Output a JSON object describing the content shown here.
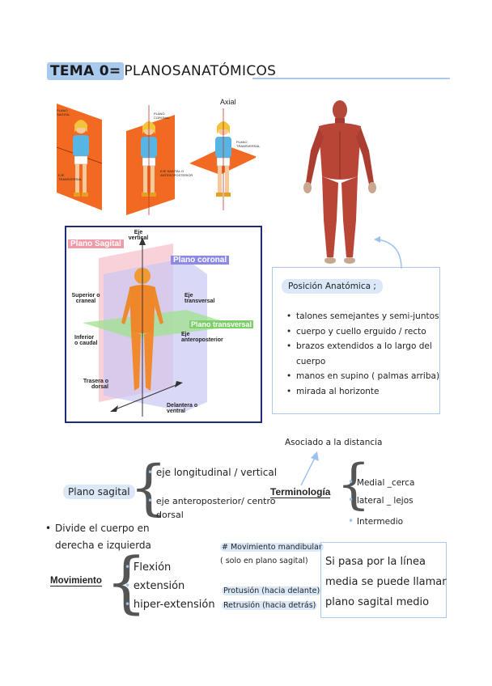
{
  "header": {
    "tema": "TEMA 0=",
    "planos": "PLANOSANATÓMICOS"
  },
  "planes_image": {
    "axial_label": "Axial",
    "sagital_label": "PLANO SAGITAL",
    "eje_transversal": "EJE TRANSVERSAL",
    "coronal_label": "PLANO CORONAL",
    "eje_sagital_ap": "EJE SAGITAL O ANTEROPOSTERIOR",
    "transversal_label": "PLANO TRANSVERSAL"
  },
  "diagram": {
    "plano_sagital": "Plano Sagital",
    "eje_vertical": "Eje vertical",
    "plano_coronal": "Plano coronal",
    "superior": "Superior o craneal",
    "eje_transversal": "Eje transversal",
    "plano_transversal": "Plano transversal",
    "inferior": "Inferior o caudal",
    "eje_ap": "Eje anteroposterior",
    "trasera": "Trasera o dorsal",
    "delantera": "Delantera o ventral"
  },
  "posicion": {
    "title": "Posición Anatómica ;",
    "items": [
      "talones semejantes y semi-juntos",
      "cuerpo y cuello erguido / recto",
      "brazos extendidos a lo largo del",
      "cuerpo",
      "manos en supino ( palmas arriba)",
      "mirada al horizonte"
    ]
  },
  "terminologia": {
    "asociado": "Asociado a la distancia",
    "label": "Terminología",
    "items": [
      "Medial _cerca",
      "lateral _ lejos",
      "Intermedio"
    ]
  },
  "plano_sagital": {
    "label": "Plano sagital",
    "eje1": "eje longitudinal / vertical",
    "eje2a": "eje anteroposterior/ centro",
    "eje2b": "dorsal",
    "divide1": "Divide el cuerpo en",
    "divide2": "derecha e izquierda"
  },
  "movimiento": {
    "label": "Movimiento",
    "items": [
      "Flexión",
      "extensión",
      "hiper-extensión"
    ],
    "mandibular_title": "# Movimiento mandibular",
    "mandibular_sub": "( solo en plano sagital)",
    "protusion": "Protusión (hacia delante)",
    "retrusion": "Retrusión (hacia detrás)"
  },
  "note": {
    "lines": [
      "Si pasa por la línea",
      "media  se puede llamar",
      "plano sagital medio"
    ]
  }
}
